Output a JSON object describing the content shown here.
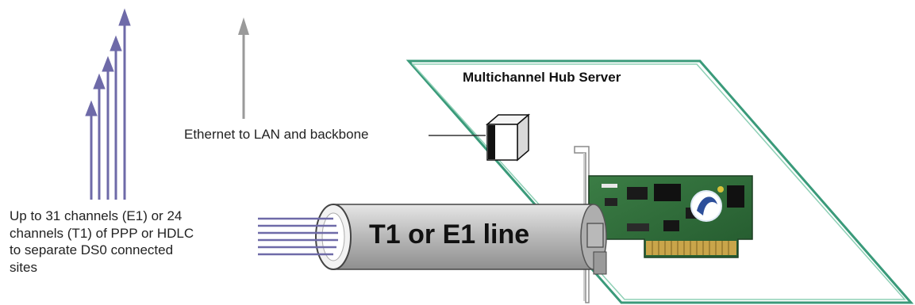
{
  "diagram": {
    "server_title": "Multichannel Hub Server",
    "ethernet_label": "Ethernet to LAN and backbone",
    "channels_label": "Up to 31 channels (E1) or 24\nchannels (T1) of PPP or HDLC\nto separate DS0 connected\nsites",
    "line_label": "T1 or E1 line"
  },
  "colors": {
    "channel_arrows": "#6e6aa8",
    "ethernet_arrow": "#9a9a9a",
    "server_outline": "#3a9a7a",
    "line_cable": "#bdbdbd",
    "card_pcb": "#2f6b3a"
  },
  "icons": [
    "up-arrow-icon",
    "ethernet-connector-icon",
    "network-card-icon",
    "cable-icon"
  ]
}
